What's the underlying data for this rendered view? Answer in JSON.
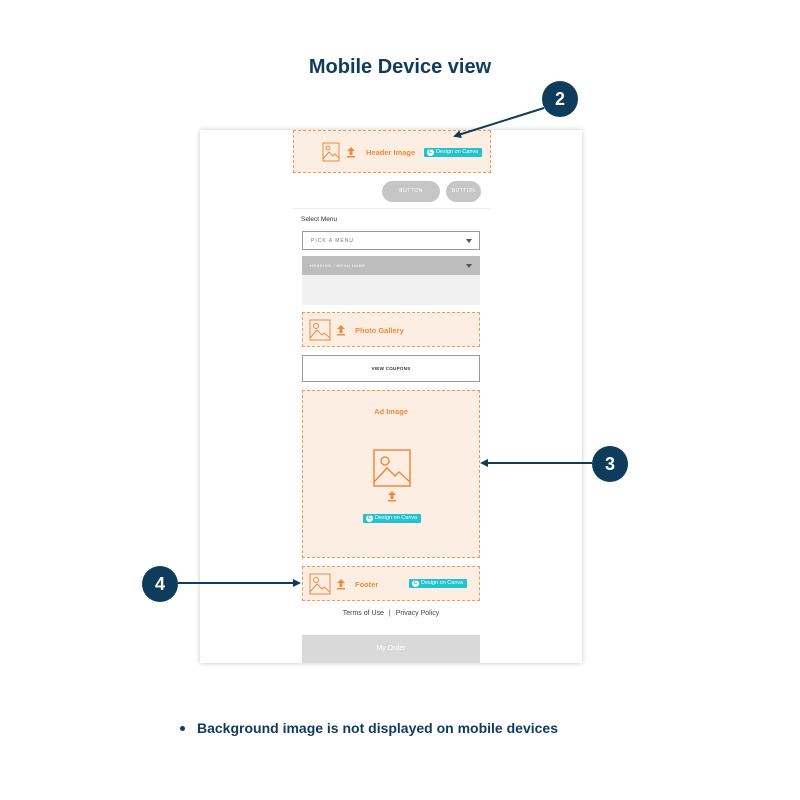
{
  "page": {
    "title": "Mobile Device view"
  },
  "header": {
    "label": "Header Image",
    "canva_label": "Design on Canva"
  },
  "buttons": [
    {
      "label": "BUTTON"
    },
    {
      "label": "BUTTON"
    }
  ],
  "menu": {
    "section_label": "Select Menu",
    "select_value": "PICK A MENU",
    "heading_bar": "HEADING / MENU NAME"
  },
  "gallery": {
    "label": "Photo Gallery"
  },
  "coupons": {
    "label": "VIEW COUPONS"
  },
  "ad": {
    "label": "Ad Image",
    "canva_label": "Design on Canva"
  },
  "footer": {
    "label": "Footer",
    "canva_label": "Design on Canva"
  },
  "links": {
    "terms": "Terms of Use",
    "separator": "|",
    "privacy": "Privacy Policy"
  },
  "order": {
    "label": "My Order"
  },
  "callouts": {
    "header": "2",
    "ad": "3",
    "footer": "4"
  },
  "notes": [
    "Background image is not displayed on mobile devices"
  ],
  "colors": {
    "navy": "#0f3b5c",
    "orange": "#f08a3e",
    "placeholder_fill": "#fdeee3",
    "canva": "#22c3cf"
  },
  "icons": {
    "image": "image-placeholder-icon",
    "upload": "upload-arrow-icon",
    "dropdown": "caret-down-icon"
  }
}
